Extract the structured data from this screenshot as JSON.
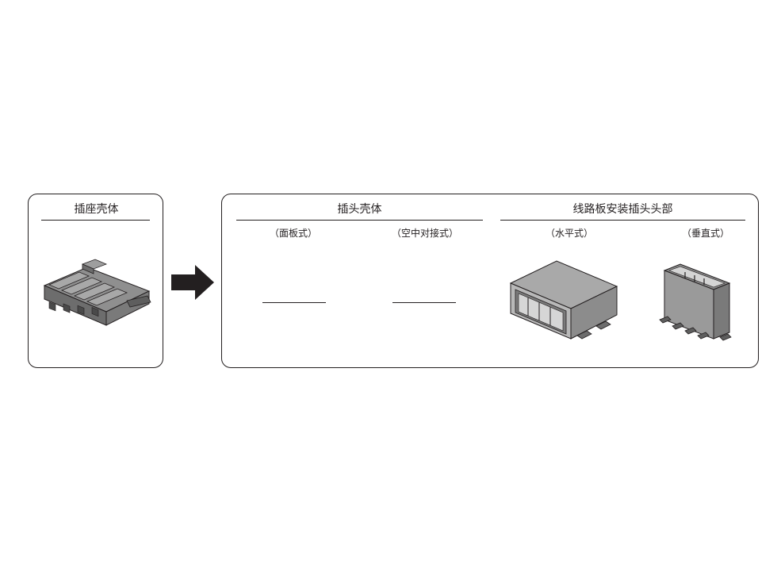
{
  "left_panel": {
    "title": "插座壳体"
  },
  "right_panel": {
    "groups": [
      {
        "title": "插头壳体",
        "items": [
          {
            "label": "（面板式）"
          },
          {
            "label": "（空中对接式）"
          }
        ]
      },
      {
        "title": "线路板安装插头头部",
        "items": [
          {
            "label": "（水平式）"
          },
          {
            "label": "（垂直式）"
          }
        ]
      }
    ]
  },
  "icons": {
    "arrow": "right-arrow-icon",
    "receptacle": "receptacle-housing-icon",
    "horizontal_header": "horizontal-header-icon",
    "vertical_header": "vertical-header-icon"
  },
  "colors": {
    "stroke": "#231f20",
    "body_gray": "#9e9e9e",
    "face_gray": "#bdbdbd",
    "dark_gray": "#6d6d6d"
  }
}
